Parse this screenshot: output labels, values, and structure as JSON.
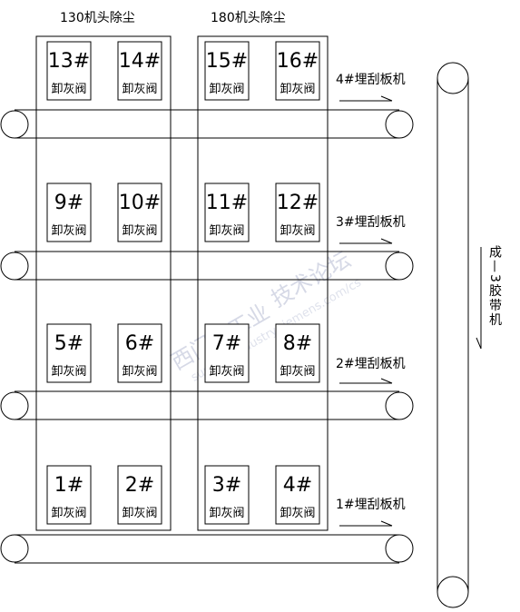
{
  "titles": {
    "left": "130机头除尘",
    "right": "180机头除尘"
  },
  "valve_label": "卸灰阀",
  "valves": [
    [
      "13#",
      "14#",
      "15#",
      "16#"
    ],
    [
      "9#",
      "10#",
      "11#",
      "12#"
    ],
    [
      "5#",
      "6#",
      "7#",
      "8#"
    ],
    [
      "1#",
      "2#",
      "3#",
      "4#"
    ]
  ],
  "conveyor_labels": [
    "4#埋刮板机",
    "3#埋刮板机",
    "2#埋刮板机",
    "1#埋刮板机"
  ],
  "belt_label": "成—3胶带机",
  "watermark": {
    "cn": "西门子工业",
    "cn2": "技术论坛",
    "url": "support.industry.siemens.com/cs"
  }
}
